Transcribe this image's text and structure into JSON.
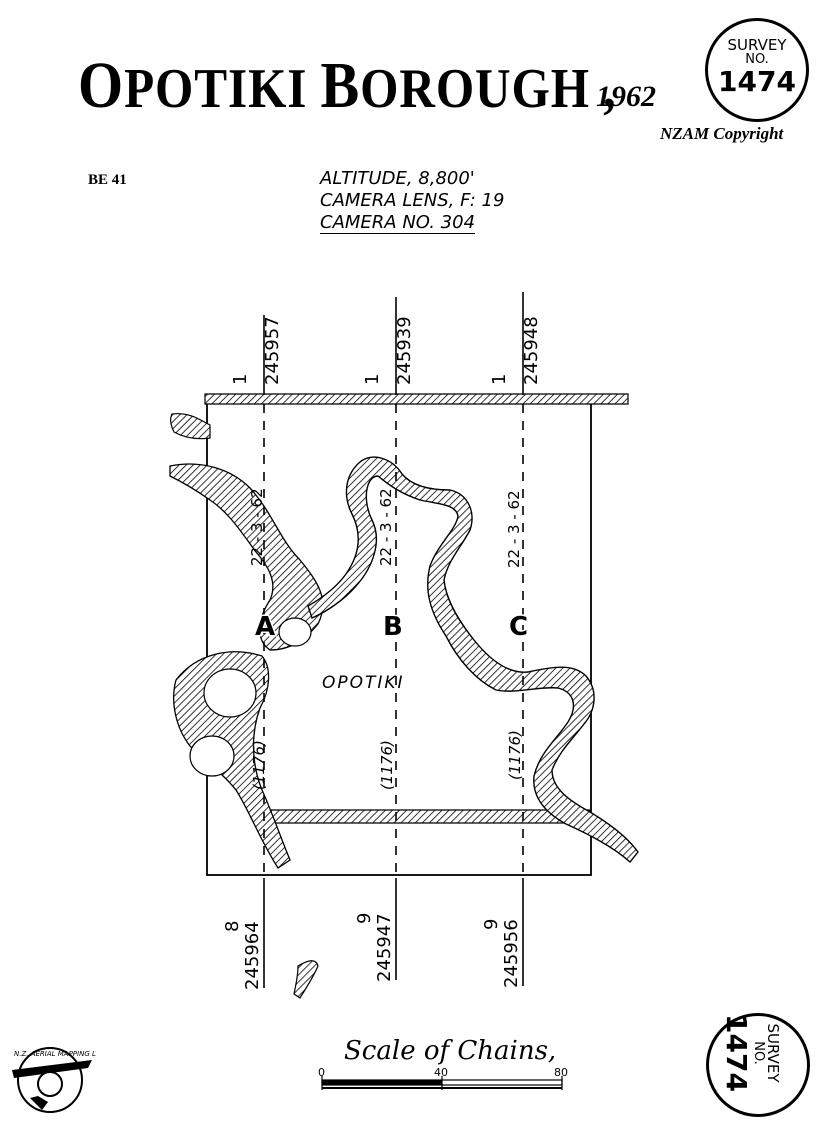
{
  "header": {
    "title_first_O": "O",
    "title_rest_1": "POTIKI ",
    "title_B": "B",
    "title_rest_2": "OROUGH",
    "title_comma": " ,",
    "year": "1962",
    "copyright": "NZAM Copyright",
    "sheet_ref": "BE 41"
  },
  "flight_info": {
    "altitude": "ALTITUDE, 8,800'",
    "lens": "CAMERA LENS, F: 19",
    "camera": "CAMERA NO. 304"
  },
  "survey_stamp": {
    "line1": "SURVEY",
    "line2": "NO.",
    "number": "1474"
  },
  "runs": [
    {
      "letter": "A",
      "date": "22 - 3 - 62",
      "top_label": "1",
      "top_photo": "245957",
      "bottom_label": "8",
      "bottom_photo": "245964",
      "run_number": "(1176)"
    },
    {
      "letter": "B",
      "date": "22 - 3 - 62",
      "top_label": "1",
      "top_photo": "245939",
      "bottom_label": "9",
      "bottom_photo": "245947",
      "run_number": "(1176)"
    },
    {
      "letter": "C",
      "date": "22 - 3 - 62",
      "top_label": "1",
      "top_photo": "245948",
      "bottom_label": "9",
      "bottom_photo": "245956",
      "run_number": "(1176)"
    }
  ],
  "place_label": "OPOTIKI",
  "scale": {
    "title": "Scale of Chains,",
    "ticks": [
      "0",
      "40",
      "80"
    ]
  },
  "logo": {
    "text": "N.Z. AERIAL MAPPING LTD."
  }
}
